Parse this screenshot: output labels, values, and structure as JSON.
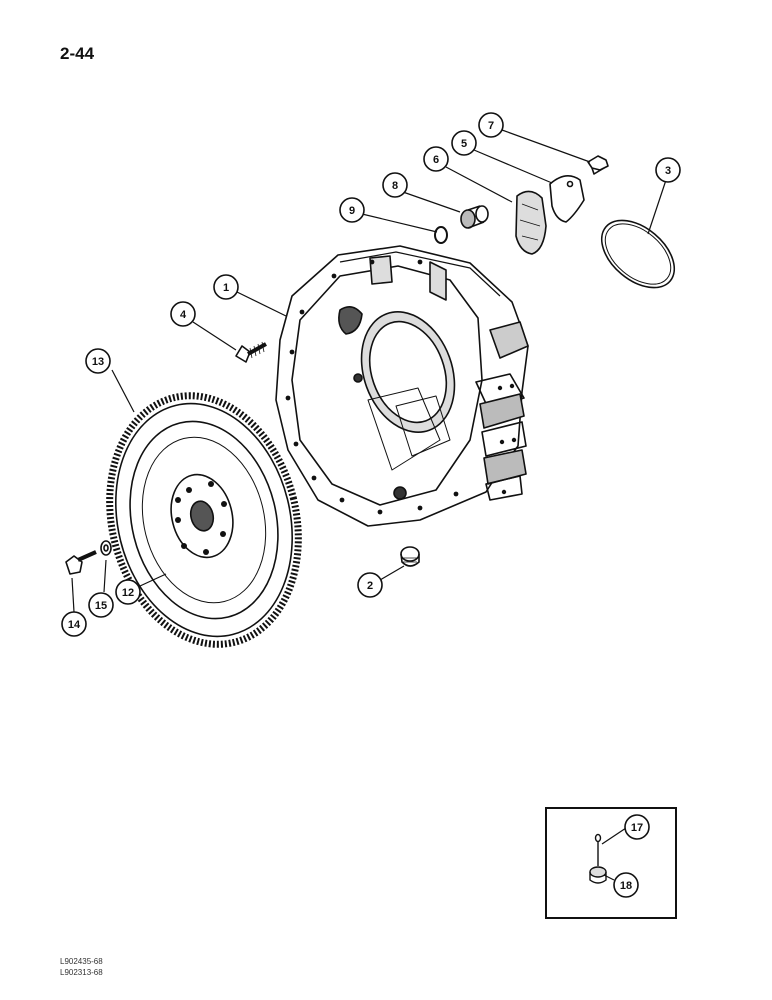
{
  "page": {
    "number": "2-44"
  },
  "callouts": [
    {
      "id": "c1",
      "label": "1"
    },
    {
      "id": "c2",
      "label": "2"
    },
    {
      "id": "c3",
      "label": "3"
    },
    {
      "id": "c4",
      "label": "4"
    },
    {
      "id": "c5",
      "label": "5"
    },
    {
      "id": "c6",
      "label": "6"
    },
    {
      "id": "c7",
      "label": "7"
    },
    {
      "id": "c8",
      "label": "8"
    },
    {
      "id": "c9",
      "label": "9"
    },
    {
      "id": "c12",
      "label": "12"
    },
    {
      "id": "c13",
      "label": "13"
    },
    {
      "id": "c14",
      "label": "14"
    },
    {
      "id": "c15",
      "label": "15"
    },
    {
      "id": "c17",
      "label": "17"
    },
    {
      "id": "c18",
      "label": "18"
    }
  ],
  "footer": {
    "codes": [
      "L902435-68",
      "L902313-68"
    ]
  }
}
